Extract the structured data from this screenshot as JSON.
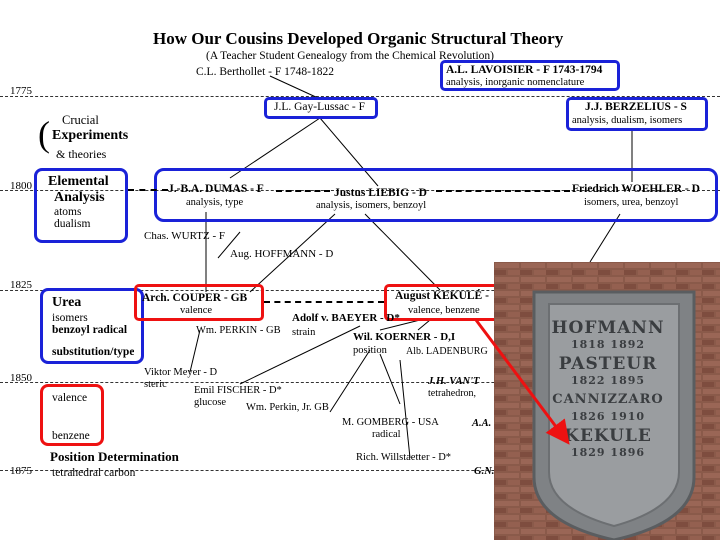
{
  "title": "How Our Cousins Developed Organic Structural Theory",
  "subtitle": "(A Teacher Student Genealogy from the Chemical Revolution)",
  "years": [
    "1775",
    "1800",
    "1825",
    "1850",
    "1875"
  ],
  "left_column": {
    "crucial": "Crucial",
    "experiments": "Experiments",
    "theories": "& theories",
    "elemental": "Elemental",
    "analysis": "Analysis",
    "atoms": "atoms",
    "dualism": "dualism",
    "urea": "Urea",
    "isomers": "isomers",
    "benzoyl_radical": "benzoyl radical",
    "substitution": "substitution/type",
    "valence": "valence",
    "benzene": "benzene",
    "position_determination": "Position Determination",
    "tetrahedral_carbon": "tetrahedral carbon"
  },
  "people": {
    "berthollet": "C.L. Berthollet - F 1748-1822",
    "lavoisier": "A.L. LAVOISIER - F 1743-1794",
    "lavoisier_note": "analysis, inorganic nomenclature",
    "gay_lussac": "J.L. Gay-Lussac - F",
    "berzelius": "J.J. BERZELIUS - S",
    "berzelius_note": "analysis, dualism, isomers",
    "dumas": "J.-B.A. DUMAS - F",
    "dumas_note": "analysis, type",
    "liebig": "Justus LIEBIG - D",
    "liebig_note": "analysis, isomers,  benzoyl",
    "woehler": "Friedrich WOEHLER - D",
    "woehler_note": "isomers, urea, benzoyl",
    "wurtz": "Chas. WURTZ - F",
    "hoffmann": "Aug. HOFFMANN - D",
    "couper": "Arch. COUPER - GB",
    "couper_note": "valence",
    "perkin": "Wm. PERKIN - GB",
    "kekule": "August KEKULÉ -",
    "kekule_note": "valence, benzene",
    "baeyer": "Adolf v. BAEYER - D*",
    "baeyer_note": "strain",
    "koerner": "Wil. KOERNER - D,I",
    "koerner_note": "position",
    "ladenburg": "Alb. LADENBURG",
    "meyer": "Viktor Meyer - D",
    "meyer_note": "steric",
    "fischer": "Emil FISCHER - D*",
    "fischer_note": "glucose",
    "perkin_jr": "Wm. Perkin, Jr. GB",
    "vant_hoff": "J.H. VAN'T",
    "vant_hoff_note": "tetrahedron,",
    "gomberg": "M. GOMBERG - USA",
    "gomberg_note": "radical",
    "aa": "A.A.",
    "willstaetter": "Rich. Willstaetter - D*",
    "gn": "G.N."
  },
  "plaque": {
    "lines": [
      "HOFMANN",
      "1818  1892",
      "PASTEUR",
      "1822  1895",
      "CANNIZZARO",
      "1826  1910",
      "KEKULE",
      "1829  1896"
    ]
  },
  "colors": {
    "blue": "#1a22d8",
    "red": "#ee1111"
  }
}
